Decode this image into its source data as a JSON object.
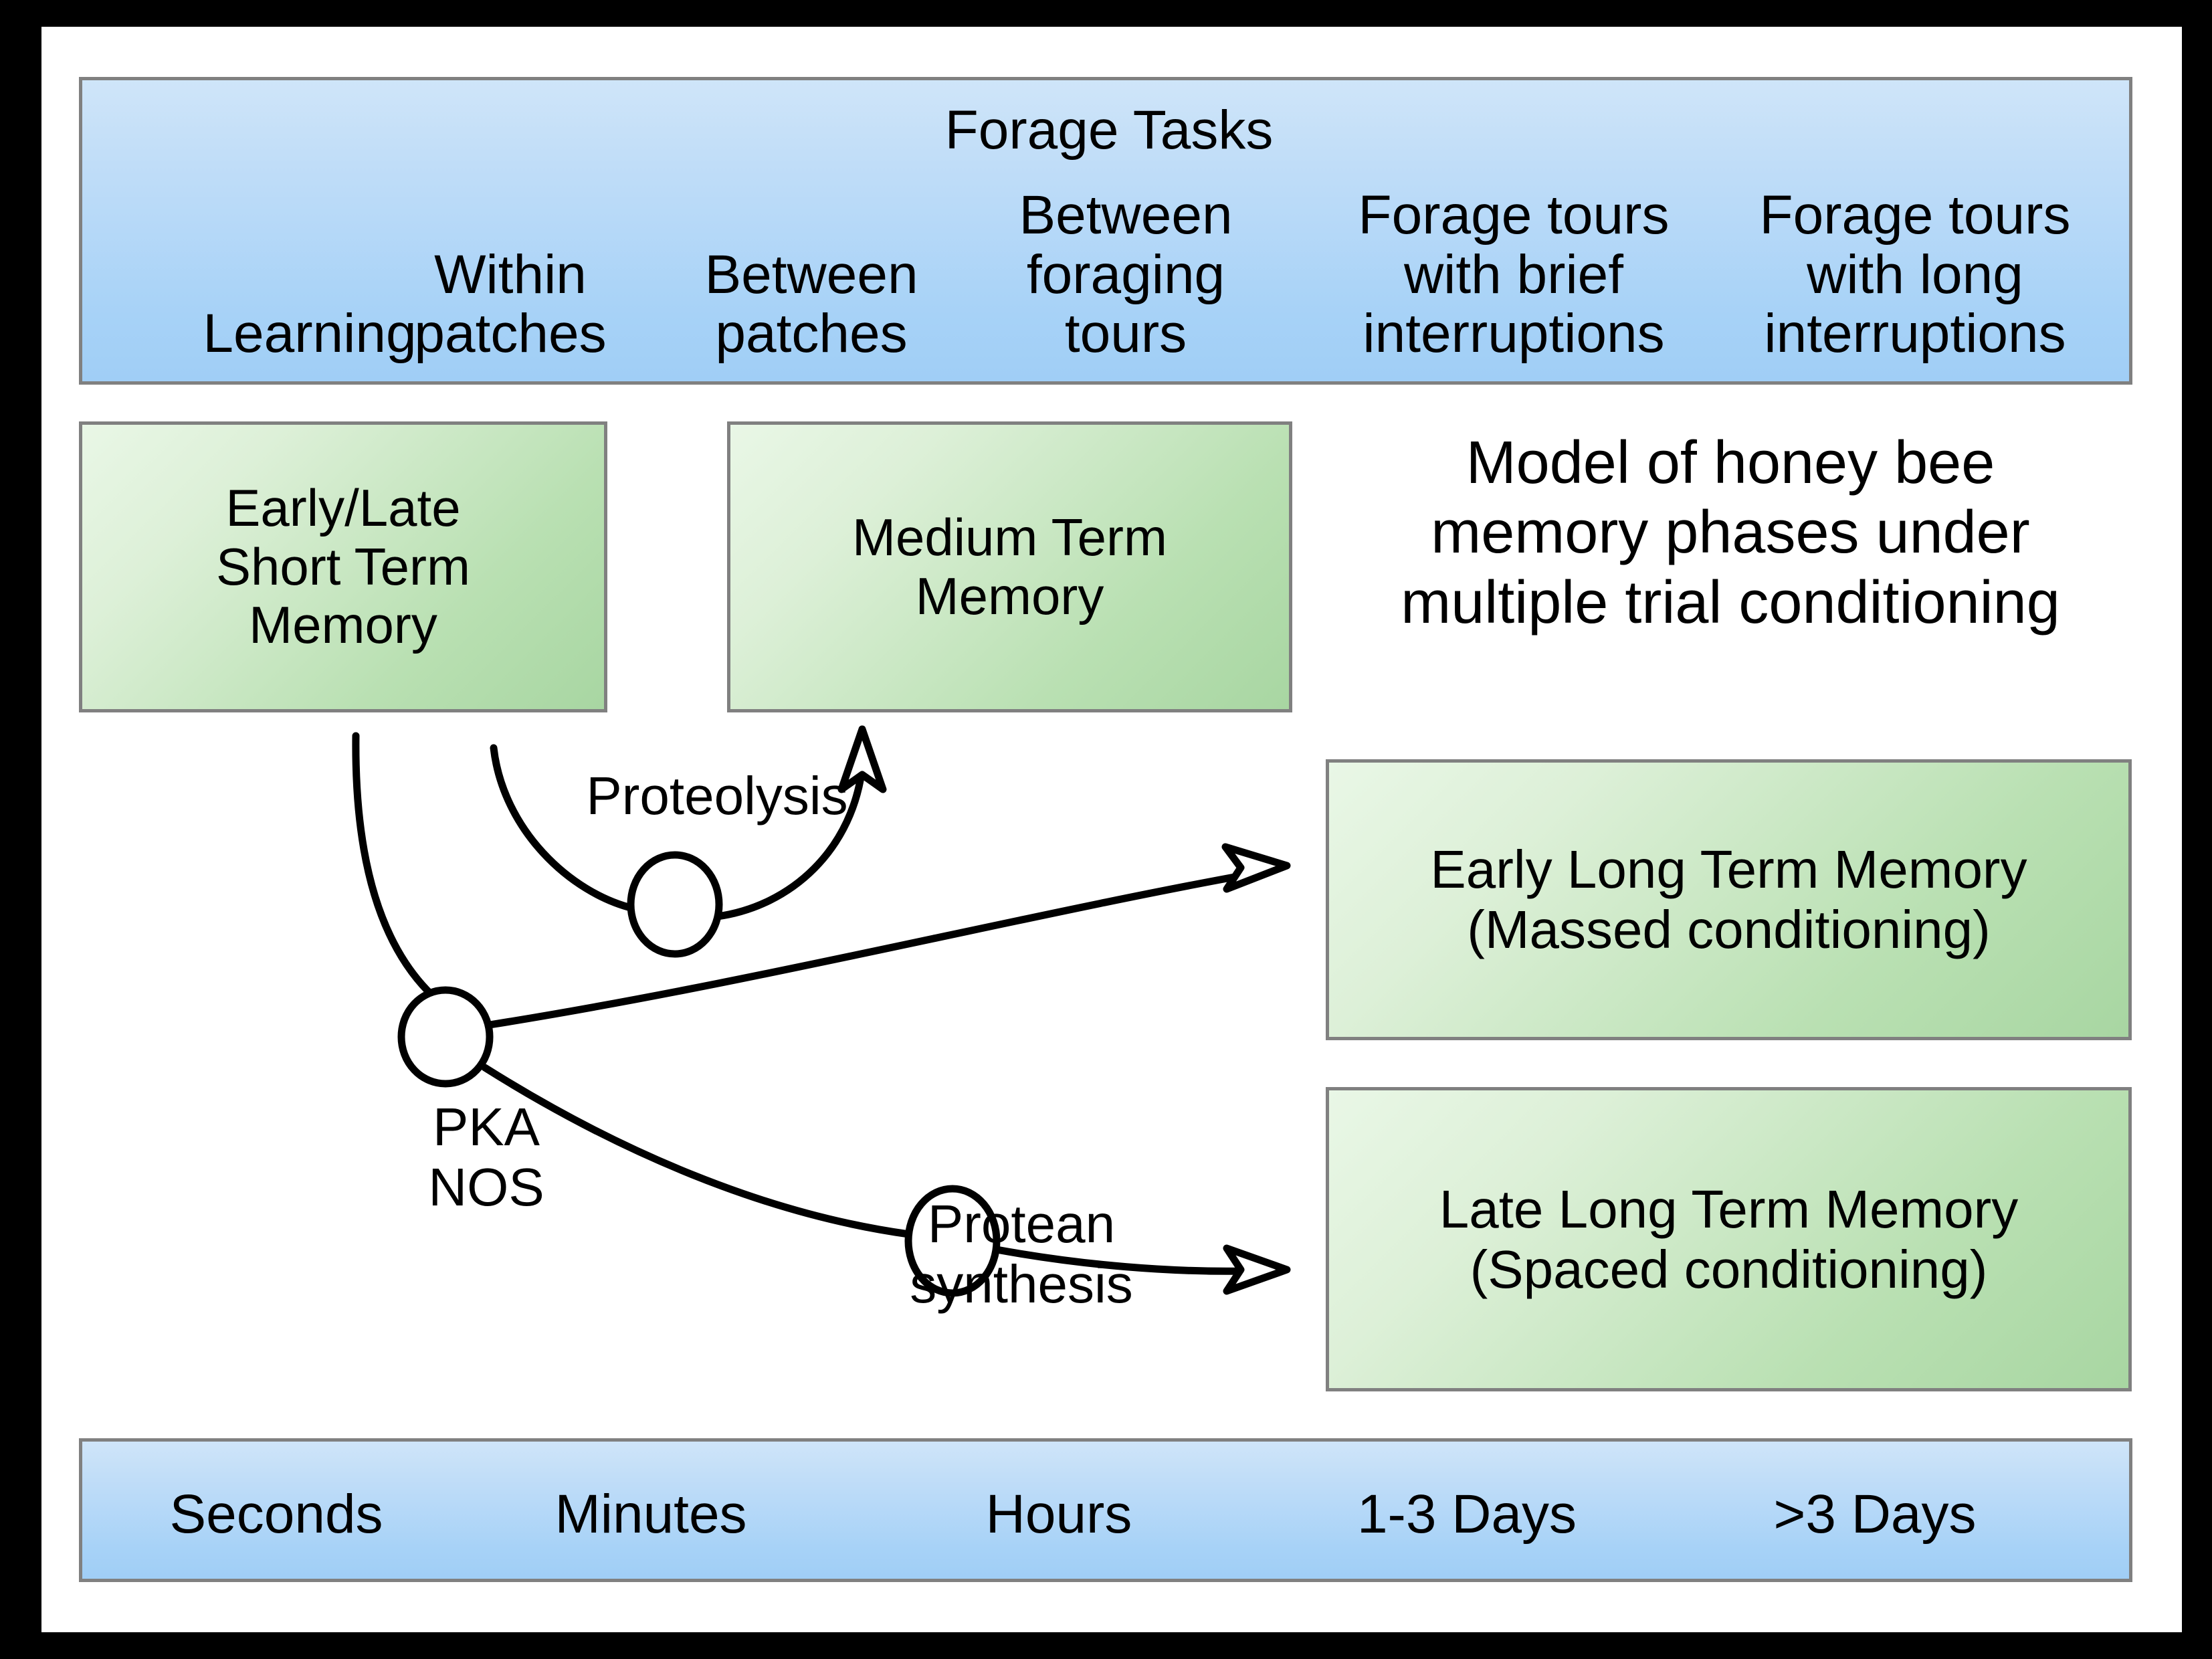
{
  "diagram": {
    "title": "Model of honey bee\nmemory phases under\nmultiple trial conditioning",
    "accent_blue": "#a7d2f7",
    "accent_green": "#b9e0b2",
    "border_gray": "#808080"
  },
  "forage_banner": {
    "heading": "Forage Tasks",
    "columns": [
      {
        "label": "Learning"
      },
      {
        "label": "Within\npatches"
      },
      {
        "label": "Between\npatches"
      },
      {
        "label": "Between\nforaging\ntours"
      },
      {
        "label": "Forage tours\nwith brief\ninterruptions"
      },
      {
        "label": "Forage tours\nwith long\ninterruptions"
      }
    ]
  },
  "timeline_banner": {
    "columns": [
      {
        "label": "Seconds"
      },
      {
        "label": "Minutes"
      },
      {
        "label": "Hours"
      },
      {
        "label": "1-3 Days"
      },
      {
        "label": ">3 Days"
      }
    ]
  },
  "memory_boxes": [
    {
      "id": "stm",
      "label": "Early/Late\nShort Term\nMemory"
    },
    {
      "id": "mtm",
      "label": "Medium Term\nMemory"
    },
    {
      "id": "eltm",
      "label": "Early Long Term Memory\n(Massed conditioning)"
    },
    {
      "id": "lltm",
      "label": "Late Long Term Memory\n(Spaced conditioning)"
    }
  ],
  "annotations": [
    {
      "id": "proteolysis",
      "label": "Proteolysis"
    },
    {
      "id": "pka-nos",
      "label": "PKA\nNOS"
    },
    {
      "id": "protean",
      "label": "Protean\nsynthesis"
    }
  ]
}
